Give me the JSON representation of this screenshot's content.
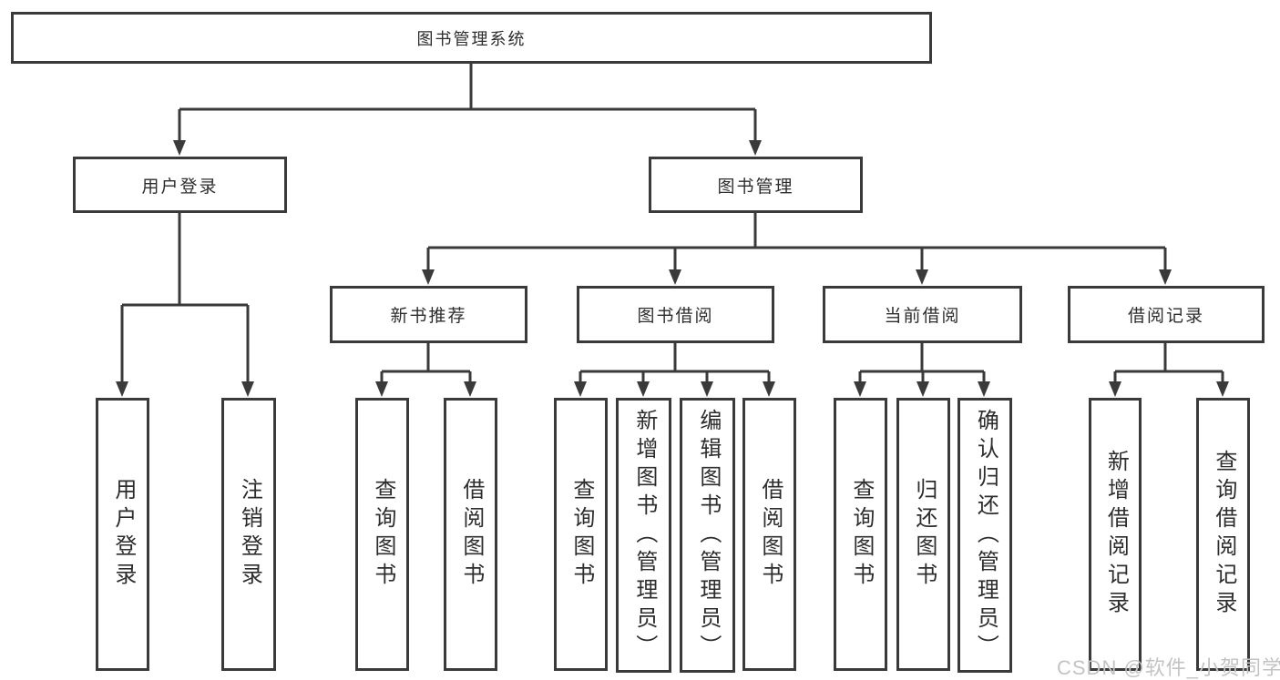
{
  "diagram": {
    "type": "hierarchy-tree",
    "title": "图书管理系统",
    "tree": {
      "label": "图书管理系统",
      "children": [
        {
          "label": "用户登录",
          "children": [
            {
              "label": "用户登录"
            },
            {
              "label": "注销登录"
            }
          ]
        },
        {
          "label": "图书管理",
          "children": [
            {
              "label": "新书推荐",
              "children": [
                {
                  "label": "查询图书"
                },
                {
                  "label": "借阅图书"
                }
              ]
            },
            {
              "label": "图书借阅",
              "children": [
                {
                  "label": "查询图书"
                },
                {
                  "label": "新增图书（管理员）"
                },
                {
                  "label": "编辑图书（管理员）"
                },
                {
                  "label": "借阅图书"
                }
              ]
            },
            {
              "label": "当前借阅",
              "children": [
                {
                  "label": "查询图书"
                },
                {
                  "label": "归还图书"
                },
                {
                  "label": "确认归还（管理员）"
                }
              ]
            },
            {
              "label": "借阅记录",
              "children": [
                {
                  "label": "新增借阅记录"
                },
                {
                  "label": "查询借阅记录"
                }
              ]
            }
          ]
        }
      ]
    },
    "colors": {
      "line": "#3a3a3a",
      "box_border": "#3a3a3a",
      "box_fill": "#ffffff",
      "text": "#2d2d2d",
      "watermark": "#c3c3c3"
    }
  },
  "watermark": {
    "text": "CSDN @软件_小贺同学"
  }
}
